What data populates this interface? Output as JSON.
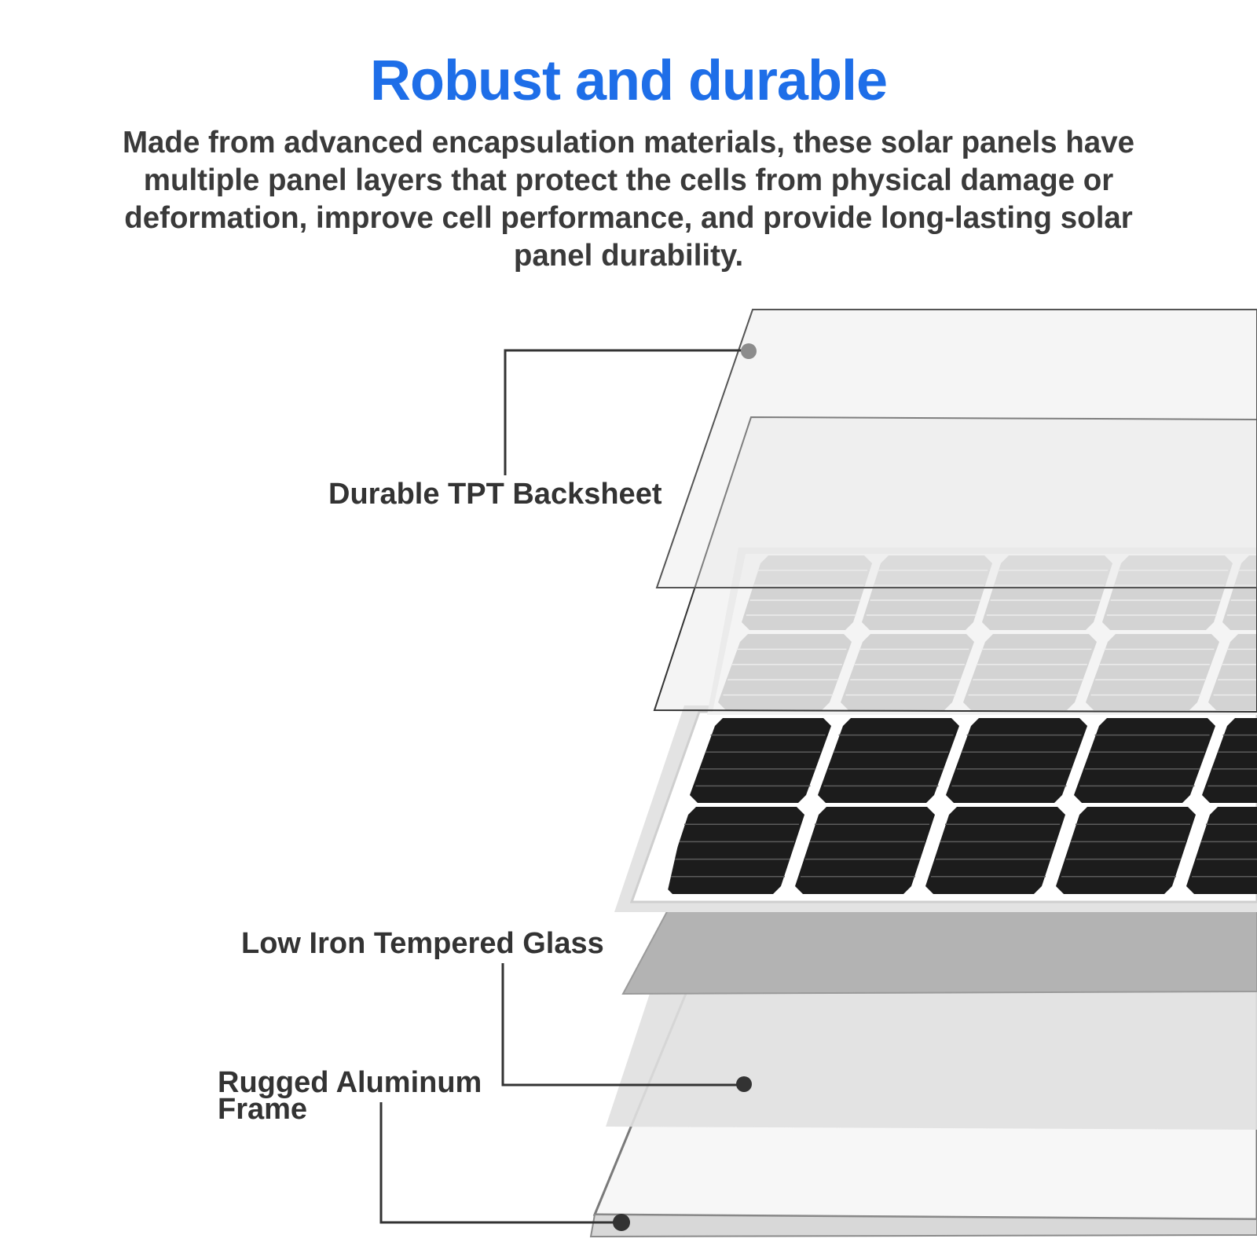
{
  "header": {
    "title": "Robust and durable",
    "description": "Made from advanced encapsulation materials, these solar panels have multiple panel layers that protect the cells from physical damage or deformation,  improve cell performance, and provide long-lasting solar panel durability."
  },
  "layers": [
    {
      "label": "Durable TPT Backsheet"
    },
    {
      "label": "Low Iron Tempered Glass"
    },
    {
      "label": "Rugged Aluminum Frame"
    }
  ],
  "colors": {
    "title": "#1e6ee8",
    "text": "#3a3a3a",
    "cell_dark": "#1c1c1c",
    "cell_light": "#cfcfcf",
    "leader_line": "#333333"
  }
}
